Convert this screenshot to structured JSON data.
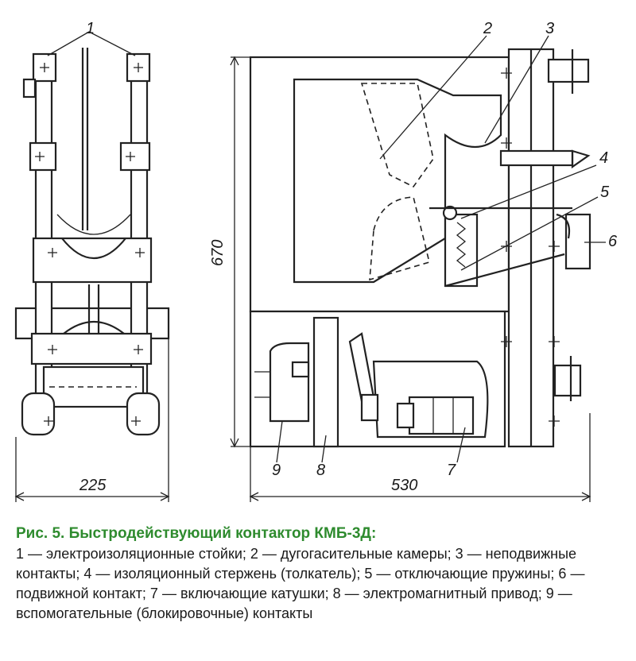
{
  "figure": {
    "callouts": [
      "1",
      "2",
      "3",
      "4",
      "5",
      "6",
      "7",
      "8",
      "9"
    ],
    "dimensions": {
      "width_left": "225",
      "width_right": "530",
      "height": "670"
    }
  },
  "caption": {
    "title": "Рис. 5. Быстродействующий контактор КМБ-3Д:",
    "text": "1 — электроизоляционные стойки; 2 — дугогасительные камеры; 3 — неподвижные контакты; 4 — изоляционный стержень (толкатель); 5 — отключающие пружины; 6 — подвижной контакт; 7 — включающие катушки; 8 — электромагнитный привод; 9 — вспомогательные (блокировочные) контакты"
  }
}
